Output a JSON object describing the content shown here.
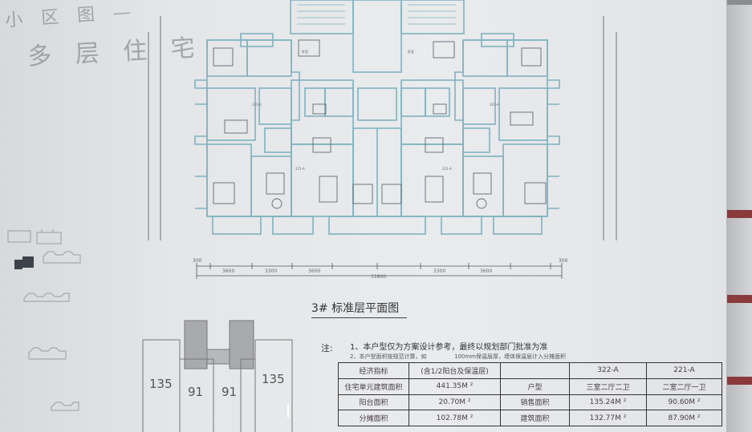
{
  "handwriting": {
    "line1": "小 区 图 —",
    "line2": "多 层 住 宅"
  },
  "plan": {
    "title": "3# 标准层平面图",
    "total_dimension": "31800",
    "segment_dimensions": [
      "300",
      "3600",
      "3300",
      "3600",
      "3300",
      "3600",
      "300"
    ]
  },
  "notes": {
    "label": "注:",
    "line1": "1、本户型仅为方案设计参考，最终以规划部门批准为准",
    "line2": "2、本户型面积按规范计算，如",
    "line3": "100mm保温层厚，墙体保温层计入分摊面积"
  },
  "footprint": {
    "left_outer": "135",
    "left_inner": "91",
    "right_inner": "91",
    "right_outer": "135"
  },
  "area_table": {
    "rows": [
      [
        "经济指标",
        "(含1/2阳台及保温层)",
        "",
        "322-A",
        "221-A"
      ],
      [
        "住宅单元建筑面积",
        "441.35M ²",
        "户型",
        "三室二厅二卫",
        "二室二厅一卫"
      ],
      [
        "阳台面积",
        "20.70M ²",
        "销售面积",
        "135.24M ²",
        "90.60M ²"
      ],
      [
        "分摊面积",
        "102.78M ²",
        "建筑面积",
        "132.77M ²",
        "87.90M ²"
      ]
    ]
  },
  "colors": {
    "plan_line": "#7fb2bf",
    "dim_line": "#555555",
    "paper": "#e6e8ea"
  }
}
